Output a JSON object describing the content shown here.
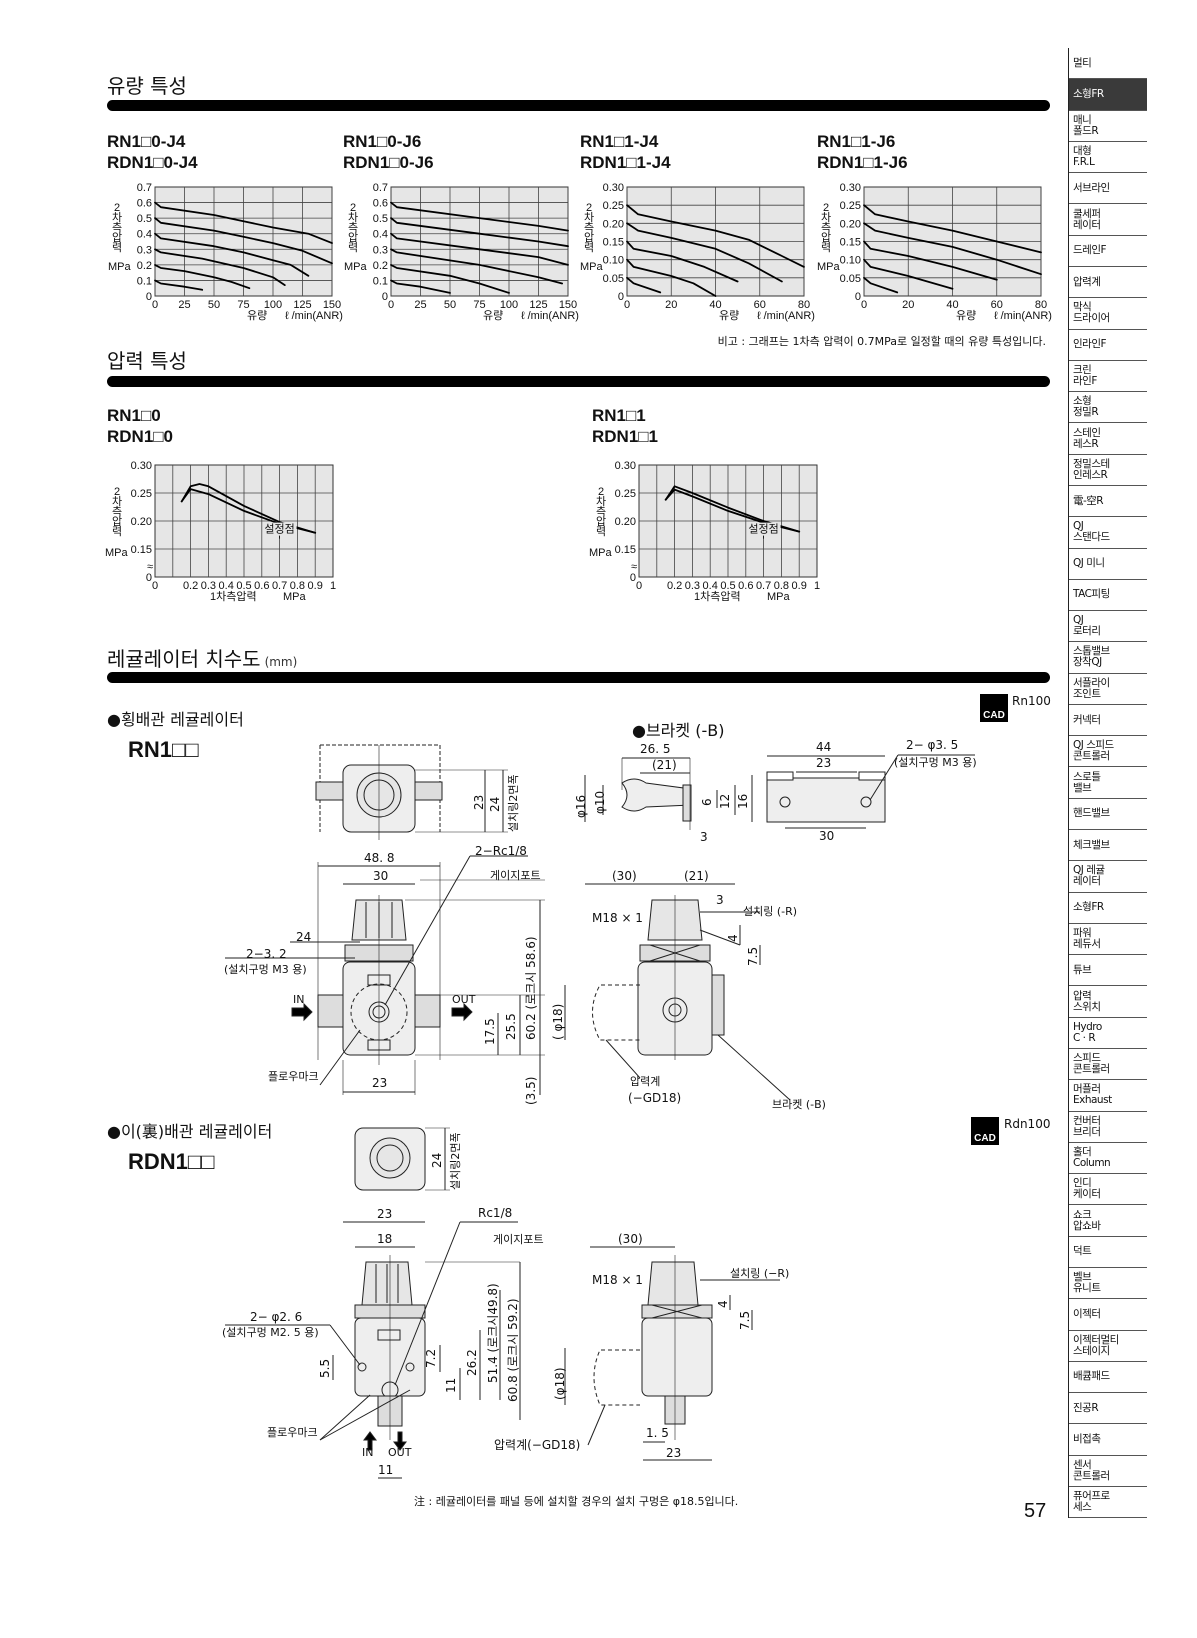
{
  "headings": {
    "flow": "유량 특성",
    "pressure": "압력 특성",
    "dimensions": "레귤레이터 치수도",
    "dimensions_unit": "(mm)"
  },
  "flow_note": "비고 : 그래프는 1차측 압력이 0.7MPa로 일정할 때의 유량 특성입니다.",
  "chart_data": [
    {
      "type": "line",
      "title_line1": "RN1□0-J4",
      "title_line2": "RDN1□0-J4",
      "ylabel": "2\n차\n측\n압\n력",
      "yunit": "MPa",
      "xlabel": "유량",
      "xunit": "ℓ /min(ANR)",
      "xlim": [
        0,
        150
      ],
      "ylim": [
        0,
        0.7
      ],
      "grid": true,
      "xticks": [
        0,
        25,
        50,
        75,
        100,
        125,
        150
      ],
      "xtick_labels": [
        "0",
        "25",
        "50",
        "75",
        "100",
        "125",
        "150"
      ],
      "yticks": [
        0,
        0.1,
        0.2,
        0.3,
        0.4,
        0.5,
        0.6,
        0.7
      ],
      "ytick_labels": [
        "0",
        "0.1",
        "0.2",
        "0.3",
        "0.4",
        "0.5",
        "0.6",
        "0.7"
      ],
      "series": [
        {
          "name": "set 0.6",
          "points": [
            [
              0,
              0.6
            ],
            [
              5,
              0.57
            ],
            [
              50,
              0.52
            ],
            [
              75,
              0.48
            ],
            [
              100,
              0.44
            ],
            [
              130,
              0.4
            ],
            [
              150,
              0.34
            ]
          ]
        },
        {
          "name": "set 0.5",
          "points": [
            [
              0,
              0.5
            ],
            [
              5,
              0.47
            ],
            [
              50,
              0.42
            ],
            [
              75,
              0.38
            ],
            [
              100,
              0.34
            ],
            [
              125,
              0.29
            ],
            [
              150,
              0.21
            ]
          ]
        },
        {
          "name": "set 0.4",
          "points": [
            [
              0,
              0.4
            ],
            [
              5,
              0.37
            ],
            [
              50,
              0.32
            ],
            [
              75,
              0.28
            ],
            [
              100,
              0.23
            ],
            [
              115,
              0.2
            ],
            [
              130,
              0.13
            ]
          ]
        },
        {
          "name": "set 0.3",
          "points": [
            [
              0,
              0.3
            ],
            [
              5,
              0.28
            ],
            [
              40,
              0.24
            ],
            [
              75,
              0.18
            ],
            [
              100,
              0.12
            ],
            [
              110,
              0.07
            ]
          ]
        },
        {
          "name": "set 0.2",
          "points": [
            [
              0,
              0.2
            ],
            [
              5,
              0.18
            ],
            [
              25,
              0.16
            ],
            [
              50,
              0.12
            ],
            [
              65,
              0.09
            ],
            [
              80,
              0.05
            ]
          ]
        },
        {
          "name": "set 0.1",
          "points": [
            [
              0,
              0.1
            ],
            [
              5,
              0.08
            ],
            [
              25,
              0.06
            ],
            [
              40,
              0.04
            ]
          ]
        }
      ]
    },
    {
      "type": "line",
      "title_line1": "RN1□0-J6",
      "title_line2": "RDN1□0-J6",
      "ylabel": "2\n차\n측\n압\n력",
      "yunit": "MPa",
      "xlabel": "유량",
      "xunit": "ℓ /min(ANR)",
      "xlim": [
        0,
        150
      ],
      "ylim": [
        0,
        0.7
      ],
      "grid": true,
      "xticks": [
        0,
        25,
        50,
        75,
        100,
        125,
        150
      ],
      "xtick_labels": [
        "0",
        "25",
        "50",
        "75",
        "100",
        "125",
        "150"
      ],
      "yticks": [
        0,
        0.1,
        0.2,
        0.3,
        0.4,
        0.5,
        0.6,
        0.7
      ],
      "ytick_labels": [
        "0",
        "0.1",
        "0.2",
        "0.3",
        "0.4",
        "0.5",
        "0.6",
        "0.7"
      ],
      "series": [
        {
          "name": "set 0.6",
          "points": [
            [
              0,
              0.6
            ],
            [
              5,
              0.57
            ],
            [
              75,
              0.5
            ],
            [
              125,
              0.45
            ],
            [
              150,
              0.42
            ]
          ]
        },
        {
          "name": "set 0.5",
          "points": [
            [
              0,
              0.5
            ],
            [
              5,
              0.47
            ],
            [
              75,
              0.4
            ],
            [
              125,
              0.35
            ],
            [
              150,
              0.32
            ]
          ]
        },
        {
          "name": "set 0.4",
          "points": [
            [
              0,
              0.4
            ],
            [
              5,
              0.37
            ],
            [
              75,
              0.3
            ],
            [
              125,
              0.25
            ],
            [
              150,
              0.2
            ]
          ]
        },
        {
          "name": "set 0.3",
          "points": [
            [
              0,
              0.3
            ],
            [
              5,
              0.28
            ],
            [
              75,
              0.2
            ],
            [
              125,
              0.12
            ],
            [
              145,
              0.08
            ]
          ]
        },
        {
          "name": "set 0.2",
          "points": [
            [
              0,
              0.2
            ],
            [
              5,
              0.18
            ],
            [
              50,
              0.13
            ],
            [
              75,
              0.08
            ],
            [
              100,
              0.02
            ]
          ]
        },
        {
          "name": "set 0.1",
          "points": [
            [
              0,
              0.1
            ],
            [
              5,
              0.08
            ],
            [
              25,
              0.06
            ],
            [
              50,
              0.02
            ]
          ]
        }
      ]
    },
    {
      "type": "line",
      "title_line1": "RN1□1-J4",
      "title_line2": "RDN1□1-J4",
      "ylabel": "2\n차\n측\n압\n력",
      "yunit": "MPa",
      "xlabel": "유량",
      "xunit": "ℓ /min(ANR)",
      "xlim": [
        0,
        80
      ],
      "ylim": [
        0,
        0.3
      ],
      "grid": true,
      "xticks": [
        0,
        20,
        40,
        60,
        80
      ],
      "xtick_labels": [
        "0",
        "20",
        "40",
        "60",
        "80"
      ],
      "yticks": [
        0,
        0.05,
        0.1,
        0.15,
        0.2,
        0.25,
        0.3
      ],
      "ytick_labels": [
        "0",
        "0.05",
        "0.10",
        "0.15",
        "0.20",
        "0.25",
        "0.30"
      ],
      "series": [
        {
          "name": "set 0.25",
          "points": [
            [
              0,
              0.25
            ],
            [
              5,
              0.225
            ],
            [
              20,
              0.205
            ],
            [
              40,
              0.18
            ],
            [
              55,
              0.155
            ],
            [
              70,
              0.11
            ],
            [
              80,
              0.08
            ]
          ]
        },
        {
          "name": "set 0.20",
          "points": [
            [
              0,
              0.2
            ],
            [
              5,
              0.18
            ],
            [
              20,
              0.16
            ],
            [
              40,
              0.13
            ],
            [
              55,
              0.09
            ],
            [
              70,
              0.04
            ]
          ]
        },
        {
          "name": "set 0.15",
          "points": [
            [
              0,
              0.15
            ],
            [
              3,
              0.13
            ],
            [
              20,
              0.11
            ],
            [
              35,
              0.08
            ],
            [
              50,
              0.04
            ]
          ]
        },
        {
          "name": "set 0.10",
          "points": [
            [
              0,
              0.1
            ],
            [
              3,
              0.08
            ],
            [
              20,
              0.055
            ],
            [
              30,
              0.035
            ],
            [
              40,
              0
            ]
          ]
        },
        {
          "name": "set 0.05",
          "points": [
            [
              0,
              0.05
            ],
            [
              3,
              0.035
            ],
            [
              15,
              0.01
            ]
          ]
        }
      ]
    },
    {
      "type": "line",
      "title_line1": "RN1□1-J6",
      "title_line2": "RDN1□1-J6",
      "ylabel": "2\n차\n측\n압\n력",
      "yunit": "MPa",
      "xlabel": "유량",
      "xunit": "ℓ /min(ANR)",
      "xlim": [
        0,
        80
      ],
      "ylim": [
        0,
        0.3
      ],
      "grid": true,
      "xticks": [
        0,
        20,
        40,
        60,
        80
      ],
      "xtick_labels": [
        "0",
        "20",
        "40",
        "60",
        "80"
      ],
      "yticks": [
        0,
        0.05,
        0.1,
        0.15,
        0.2,
        0.25,
        0.3
      ],
      "ytick_labels": [
        "0",
        "0.05",
        "0.10",
        "0.15",
        "0.20",
        "0.25",
        "0.30"
      ],
      "series": [
        {
          "name": "set 0.25",
          "points": [
            [
              0,
              0.25
            ],
            [
              5,
              0.225
            ],
            [
              20,
              0.205
            ],
            [
              40,
              0.18
            ],
            [
              60,
              0.15
            ],
            [
              80,
              0.12
            ]
          ]
        },
        {
          "name": "set 0.20",
          "points": [
            [
              0,
              0.2
            ],
            [
              5,
              0.18
            ],
            [
              20,
              0.16
            ],
            [
              40,
              0.135
            ],
            [
              60,
              0.1
            ],
            [
              80,
              0.06
            ]
          ]
        },
        {
          "name": "set 0.15",
          "points": [
            [
              0,
              0.15
            ],
            [
              3,
              0.13
            ],
            [
              20,
              0.11
            ],
            [
              40,
              0.08
            ],
            [
              60,
              0.045
            ]
          ]
        },
        {
          "name": "set 0.10",
          "points": [
            [
              0,
              0.1
            ],
            [
              3,
              0.08
            ],
            [
              20,
              0.055
            ],
            [
              40,
              0.02
            ]
          ]
        },
        {
          "name": "set 0.05",
          "points": [
            [
              0,
              0.05
            ],
            [
              3,
              0.035
            ],
            [
              15,
              0.01
            ]
          ]
        }
      ]
    },
    {
      "type": "line",
      "title_line1": "RN1□0",
      "title_line2": "RDN1□0",
      "ylabel": "2\n차\n측\n압\n력",
      "yunit": "MPa",
      "xlabel": "1차측압력",
      "xunit": "MPa",
      "xlim": [
        0,
        1
      ],
      "ylim": [
        0,
        0.3
      ],
      "y_break": [
        0,
        0.15
      ],
      "grid": true,
      "xticks": [
        0,
        0.2,
        0.3,
        0.4,
        0.5,
        0.6,
        0.7,
        0.8,
        0.9,
        1
      ],
      "xtick_labels": [
        "0",
        "0.2",
        "0.3",
        "0.4",
        "0.5",
        "0.6",
        "0.7",
        "0.8",
        "0.9",
        "1"
      ],
      "yticks": [
        0,
        0.15,
        0.2,
        0.25,
        0.3
      ],
      "ytick_labels": [
        "0",
        "0.15",
        "0.20",
        "0.25",
        "0.30"
      ],
      "annotation": {
        "text": "설정점",
        "x": 0.7,
        "y": 0.19
      },
      "series": [
        {
          "name": "curve upper",
          "points": [
            [
              0.15,
              0.235
            ],
            [
              0.2,
              0.262
            ],
            [
              0.25,
              0.266
            ],
            [
              0.3,
              0.262
            ],
            [
              0.5,
              0.227
            ],
            [
              0.7,
              0.198
            ],
            [
              0.9,
              0.179
            ]
          ]
        },
        {
          "name": "curve lower",
          "points": [
            [
              0.15,
              0.235
            ],
            [
              0.2,
              0.257
            ],
            [
              0.3,
              0.248
            ],
            [
              0.5,
              0.218
            ],
            [
              0.7,
              0.195
            ],
            [
              0.9,
              0.179
            ]
          ]
        }
      ]
    },
    {
      "type": "line",
      "title_line1": "RN1□1",
      "title_line2": "RDN1□1",
      "ylabel": "2\n차\n측\n압\n력",
      "yunit": "MPa",
      "xlabel": "1차측압력",
      "xunit": "MPa",
      "xlim": [
        0,
        1
      ],
      "ylim": [
        0,
        0.3
      ],
      "y_break": [
        0,
        0.15
      ],
      "grid": true,
      "xticks": [
        0,
        0.2,
        0.3,
        0.4,
        0.5,
        0.6,
        0.7,
        0.8,
        0.9,
        1
      ],
      "xtick_labels": [
        "0",
        "0.2",
        "0.3",
        "0.4",
        "0.5",
        "0.6",
        "0.7",
        "0.8",
        "0.9",
        "1"
      ],
      "yticks": [
        0,
        0.15,
        0.2,
        0.25,
        0.3
      ],
      "ytick_labels": [
        "0",
        "0.15",
        "0.20",
        "0.25",
        "0.30"
      ],
      "annotation": {
        "text": "설정점",
        "x": 0.7,
        "y": 0.19
      },
      "series": [
        {
          "name": "curve upper",
          "points": [
            [
              0.15,
              0.238
            ],
            [
              0.2,
              0.262
            ],
            [
              0.3,
              0.25
            ],
            [
              0.5,
              0.224
            ],
            [
              0.7,
              0.2
            ],
            [
              0.9,
              0.181
            ]
          ]
        },
        {
          "name": "curve lower",
          "points": [
            [
              0.15,
              0.238
            ],
            [
              0.2,
              0.256
            ],
            [
              0.3,
              0.244
            ],
            [
              0.5,
              0.218
            ],
            [
              0.7,
              0.197
            ],
            [
              0.9,
              0.181
            ]
          ]
        }
      ]
    }
  ],
  "rn": {
    "section_title": "●횡배관 레귤레이터",
    "model": "RN1□□",
    "cad_label": "CAD",
    "cad_code": "Rn100",
    "dim_23": "23",
    "dim_24": "24",
    "mount_ring_width": "설치링2면폭",
    "dim_48_8": "48. 8",
    "dim_30": "30",
    "port": "2−Rc1/8",
    "gauge_port": "게이지포트",
    "dim_24b": "24",
    "hole": "2−3. 2",
    "hole_note": "(설치구멍 M3 용)",
    "in": "IN",
    "out": "OUT",
    "dim_17_5": "17.5",
    "dim_25_5": "25.5",
    "dim_60_2": "60.2 (로크시 58.6)",
    "dim_3_5": "(3.5)",
    "dim_23b": "23",
    "flow_mark": "플로우마크",
    "side_30": "(30)",
    "side_21": "(21)",
    "side_3": "3",
    "thread": "M18 × 1",
    "ring": "설치링 (-R)",
    "side_4": "4",
    "side_7_5": "7.5",
    "phi18": "( φ18)",
    "gauge": "압력계",
    "gauge_code": "(−GD18)",
    "bracket_callout": "브라켓 (-B)"
  },
  "bracket": {
    "title": "●브라켓 (-B)",
    "dim_26_5": "26. 5",
    "dim_21": "(21)",
    "phi16": "φ16",
    "phi10": "φ10",
    "dim_6": "6",
    "dim_12": "12",
    "dim_16": "16",
    "dim_3": "3",
    "dim_44": "44",
    "dim_23": "23",
    "hole": "2− φ3. 5",
    "hole_note": "(설치구멍 M3 용)",
    "dim_30": "30"
  },
  "rdn": {
    "section_title": "●이(裏)배관 레귤레이터",
    "model": "RDN1□□",
    "cad_label": "CAD",
    "cad_code": "Rdn100",
    "dim_24": "24",
    "mount_ring_width": "설치링2면폭",
    "dim_23": "23",
    "dim_18": "18",
    "port": "Rc1/8",
    "gauge_port": "게이지포트",
    "hole": "2− φ2. 6",
    "hole_note": "(설치구멍 M2. 5 용)",
    "dim_5_5": "5.5",
    "dim_7_2": "7.2",
    "dim_11": "11",
    "dim_26_2": "26.2",
    "dim_51_4": "51.4 (로크시49.8)",
    "dim_60_8": "60.8 (로크시 59.2)",
    "phi18": "(φ18)",
    "flow_mark": "플로우마크",
    "in": "IN",
    "out": "OUT",
    "dim_11b": "11",
    "gauge": "압력계(−GD18)",
    "side_30": "(30)",
    "thread": "M18 × 1",
    "ring": "설치링 (−R)",
    "side_4": "4",
    "side_7_5": "7.5",
    "side_1_5": "1. 5",
    "side_23": "23"
  },
  "note": "注 : 레귤레이터를 패널 등에 설치할 경우의 설치 구멍은 φ18.5입니다.",
  "page_number": "57",
  "sidebar": {
    "active_index": 1,
    "items": [
      "멀티",
      "소형FR",
      "매니\n폴드R",
      "대형\nF.R.L",
      "서브라인",
      "쿨세퍼\n레이터",
      "드레인F",
      "압력계",
      "막식\n드라이어",
      "인라인F",
      "크린\n라인F",
      "소형\n정밀R",
      "스테인\n레스R",
      "정밀스테\n인레스R",
      "電-空R",
      "QJ\n스탠다드",
      "QJ 미니",
      "TAC피팅",
      "QJ\n로터리",
      "스톱밸브\n장착QJ",
      "서플라이\n조인트",
      "커넥터",
      "QJ 스피드\n콘트롤러",
      "스로틀\n밸브",
      "핸드밸브",
      "체크밸브",
      "QJ 레귤\n레이터",
      "소형FR",
      "파워\n레듀서",
      "튜브",
      "압력\n스위치",
      "Hydro\nC · R",
      "스피드\n콘트롤러",
      "머플러\nExhaust",
      "컨버터\n브리더",
      "홀더\nColumn",
      "인디\n케이터",
      "쇼크\n압쇼바",
      "덕트",
      "벨브\n유니트",
      "이젝터",
      "이젝터멀티\n스테이지",
      "배큠패드",
      "진공R",
      "비접촉",
      "센서\n콘트롤러",
      "퓨어프로\n세스"
    ]
  }
}
